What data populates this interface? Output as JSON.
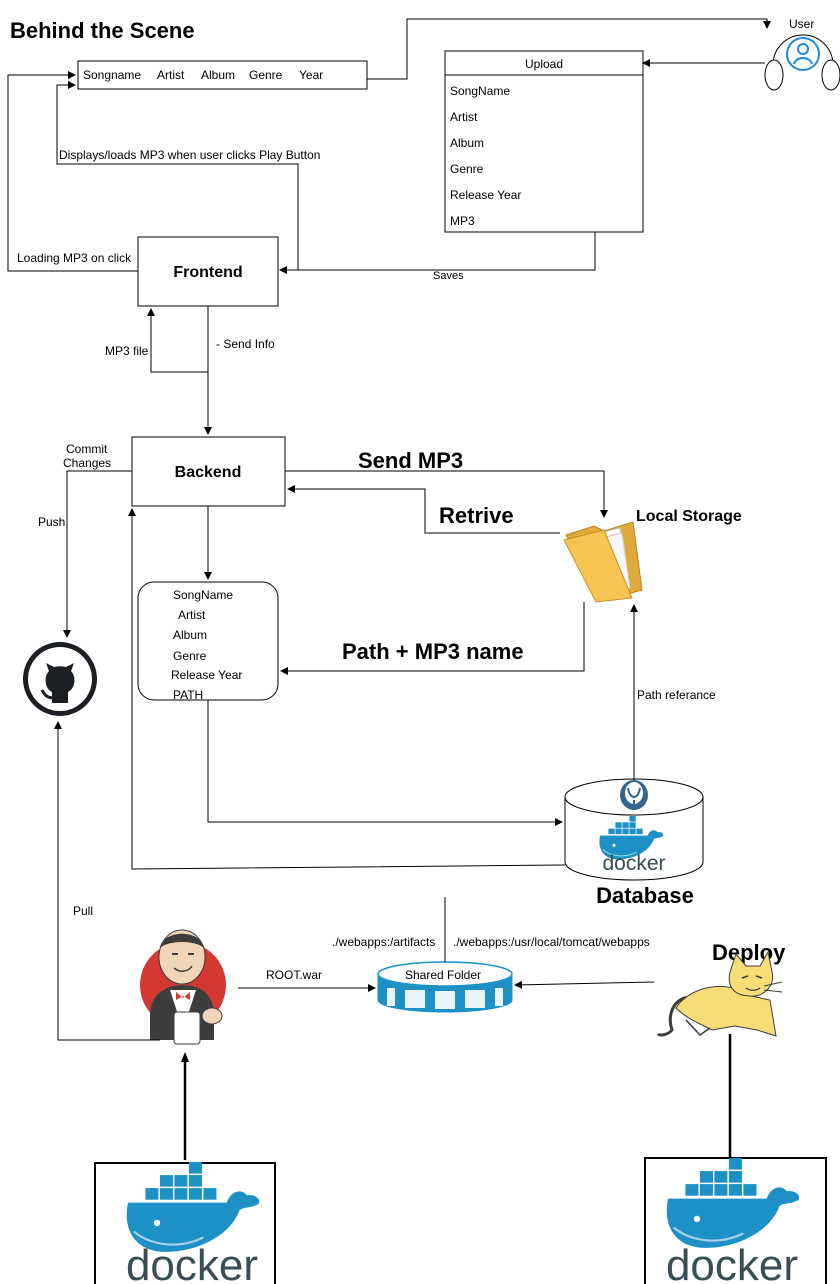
{
  "title": "Behind the Scene",
  "user": {
    "label": "User"
  },
  "song_bar": {
    "items": [
      "Songname",
      "Artist",
      "Album",
      "Genre",
      "Year"
    ]
  },
  "upload_form": {
    "title": "Upload",
    "fields": [
      "SongName",
      "Artist",
      "Album",
      "Genre",
      "Release Year",
      "MP3"
    ]
  },
  "frontend": {
    "label": "Frontend"
  },
  "backend": {
    "label": "Backend"
  },
  "metadata_box": {
    "fields": [
      "SongName",
      "Artist",
      "Album",
      "Genre",
      "Release Year",
      "PATH"
    ]
  },
  "local_storage": {
    "label": "Local Storage"
  },
  "database": {
    "label": "Database",
    "docker_word": "docker"
  },
  "shared_folder": {
    "label": "Shared Folder"
  },
  "deploy": {
    "label": "Deploy"
  },
  "docker_word": "docker",
  "edges": {
    "displays": "Displays/loads MP3 when user clicks Play Button",
    "loading": "Loading MP3 on click",
    "saves": "Saves",
    "mp3_file": "MP3 file",
    "send_info": "- Send Info",
    "commit_1": "Commit",
    "commit_2": "Changes",
    "push": "Push",
    "send_mp3": "Send MP3",
    "retrive": "Retrive",
    "path_mp3": "Path + MP3 name",
    "path_ref": "Path referance",
    "pull": "Pull",
    "root_war": "ROOT.war",
    "artifacts": "./webapps:/artifacts",
    "webapps": "./webapps:/usr/local/tomcat/webapps"
  },
  "colors": {
    "docker_blue": "#1D91C6",
    "docker_text": "#394D54",
    "jenkins_red": "#D33833",
    "tomcat_yellow": "#F8DC75",
    "user_blue": "#1E88E5",
    "folder": "#F5C453"
  }
}
